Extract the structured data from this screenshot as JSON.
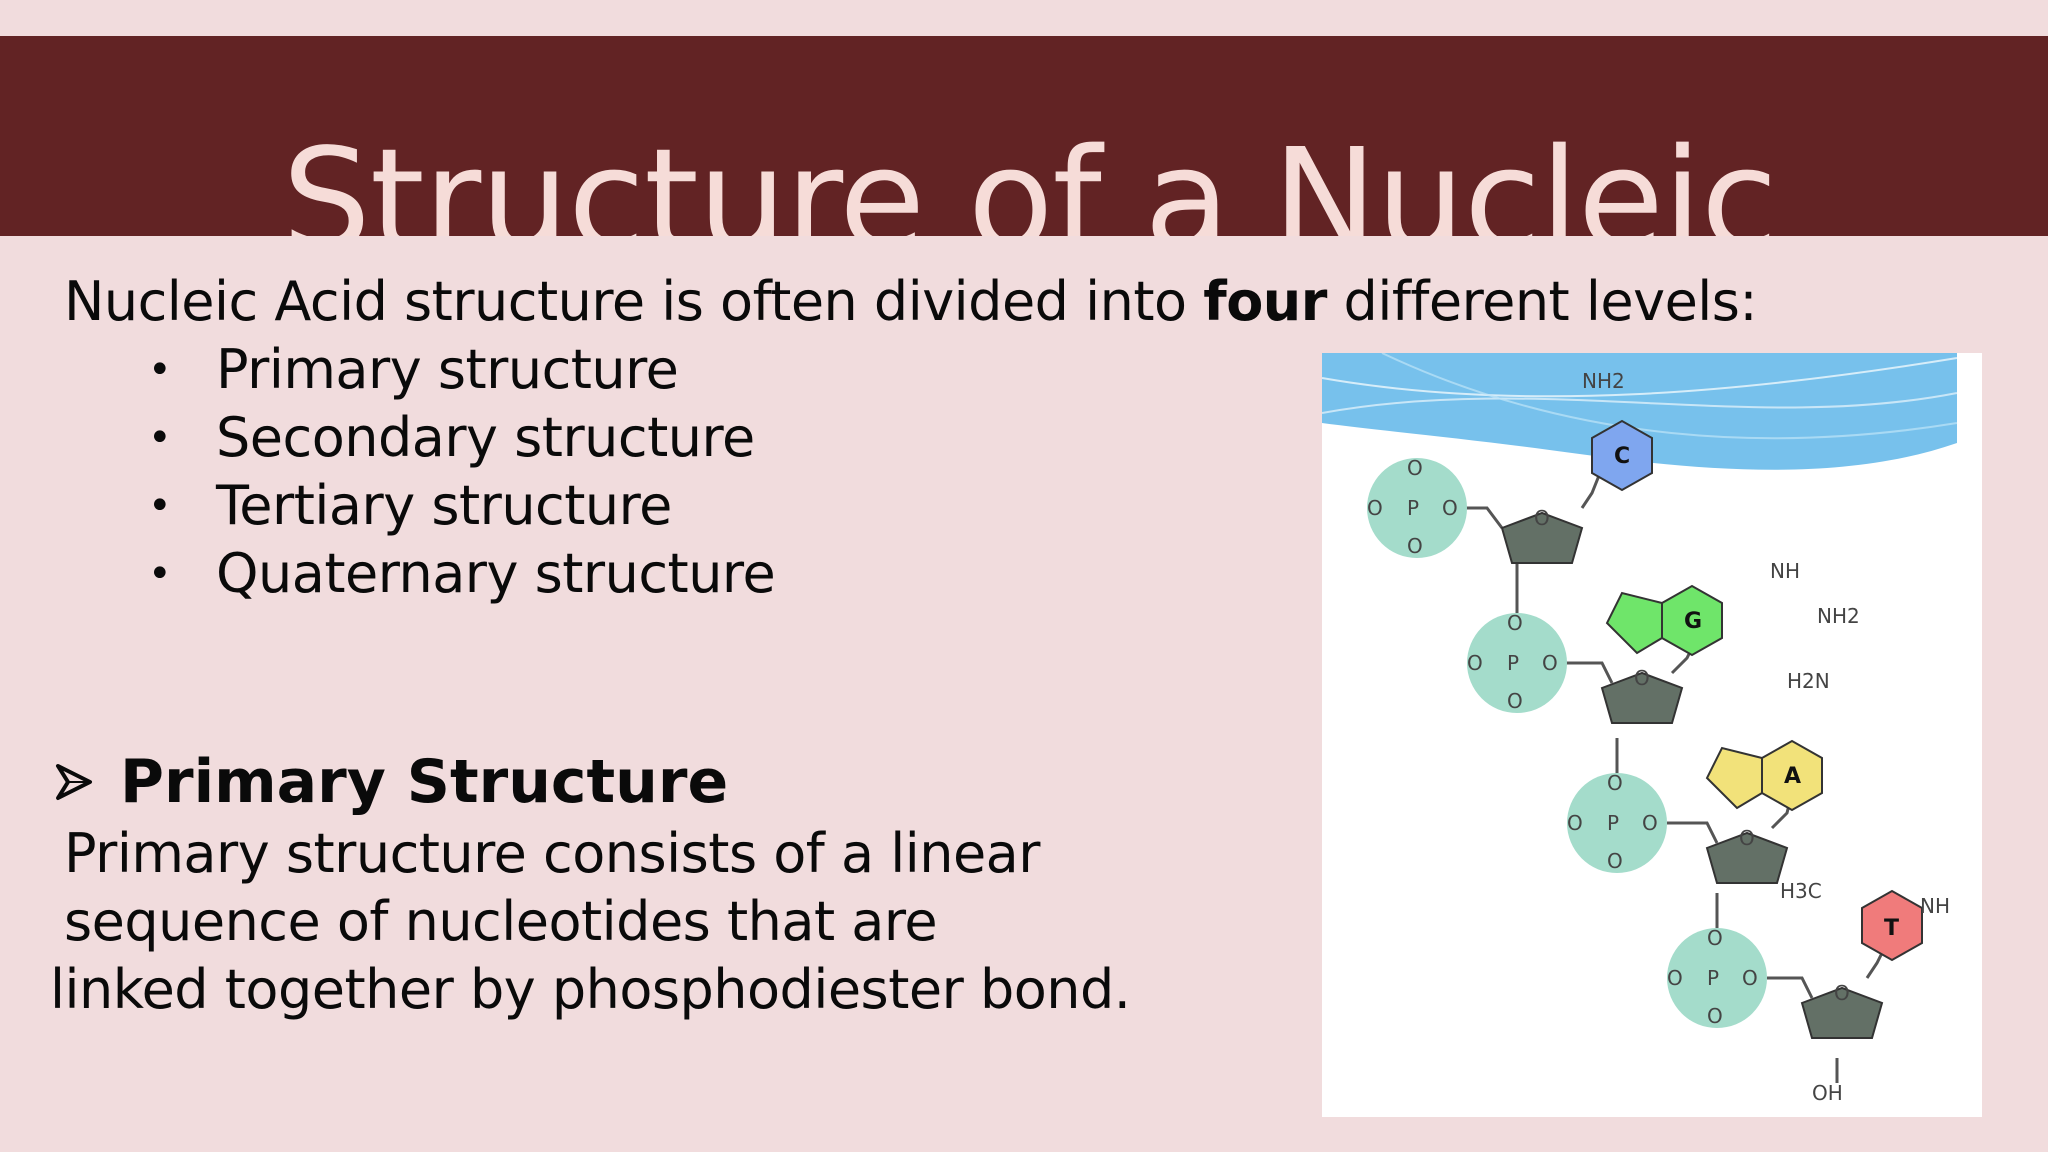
{
  "slide": {
    "title": "Structure of a Nucleic",
    "intro": {
      "before": "Nucleic Acid structure is often divided into ",
      "emphasis": "four",
      "after": " different levels:"
    },
    "levels": [
      "Primary structure",
      "Secondary structure",
      "Tertiary structure",
      "Quaternary structure"
    ],
    "section": {
      "heading": "Primary Structure",
      "lines": [
        "Primary structure consists of a linear",
        "sequence of nucleotides that are",
        "linked together by phosphodiester bond."
      ]
    }
  },
  "diagram": {
    "bases": [
      {
        "letter": "C",
        "color": "#7fa6ef"
      },
      {
        "letter": "G",
        "color": "#6fe56a"
      },
      {
        "letter": "A",
        "color": "#f2e27a"
      },
      {
        "letter": "T",
        "color": "#f07b7b"
      }
    ],
    "labels": {
      "nh2_c": "NH2",
      "nh_g": "NH",
      "nh2_g": "NH2",
      "h2n_a": "H2N",
      "h3c_t": "H3C",
      "nh_t": "NH",
      "oh": "OH"
    },
    "colors": {
      "phosphate": "#a4dccb",
      "sugar": "#637066",
      "header_wave": "#5fb6e9",
      "title_bar": "#622324",
      "background": "#f1dcdd"
    }
  }
}
